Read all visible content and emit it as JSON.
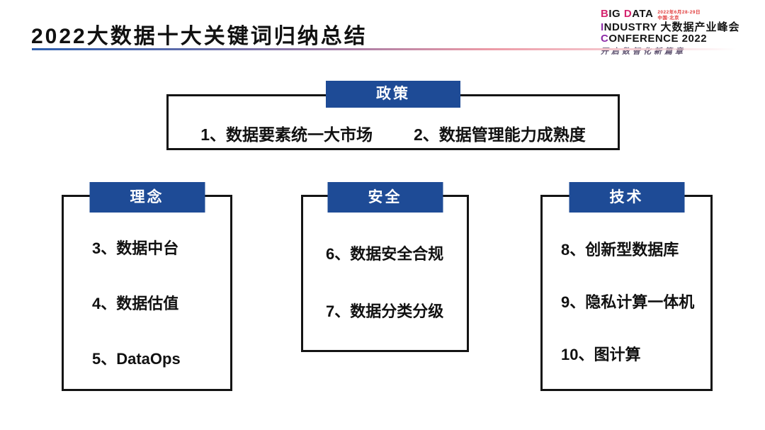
{
  "header": {
    "title": "2022大数据十大关键词归纳总结"
  },
  "logo": {
    "line1_initial1": "B",
    "line1_rest1": "IG ",
    "line1_initial2": "D",
    "line1_rest2": "ATA",
    "date": "2022年6月28-29日",
    "location": "中国·北京",
    "line2_initial": "I",
    "line2_rest": "NDUSTRY ",
    "line2_cn": "大数据产业峰会",
    "line3_initial": "C",
    "line3_rest": "ONFERENCE 2022",
    "tagline": "开启数智化新篇章"
  },
  "groups": {
    "policy": {
      "label": "政策",
      "items": [
        "1、数据要素统一大市场",
        "2、数据管理能力成熟度"
      ]
    },
    "concept": {
      "label": "理念",
      "items": [
        "3、数据中台",
        "4、数据估值",
        "5、DataOps"
      ]
    },
    "security": {
      "label": "安全",
      "items": [
        "6、数据安全合规",
        "7、数据分类分级"
      ]
    },
    "technology": {
      "label": "技术",
      "items": [
        "8、创新型数据库",
        "9、隐私计算一体机",
        "10、图计算"
      ]
    }
  },
  "colors": {
    "tab_blue": "#1E4B96",
    "box_border": "#141414",
    "title_text": "#111111",
    "logo_accent_red": "#D4246E",
    "logo_accent_purple": "#8D2DA8",
    "logo_date_red": "#E03A3A",
    "tagline_purple": "#5E5270",
    "divider_blue": "#2E5FAE",
    "divider_pink": "#EC9AA6"
  }
}
